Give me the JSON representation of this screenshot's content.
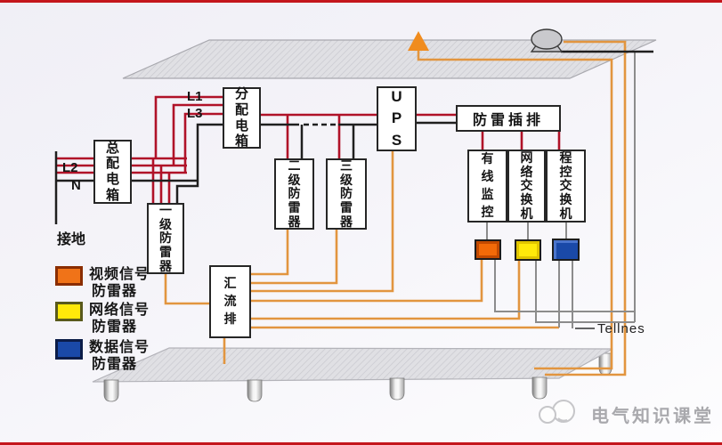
{
  "labels": {
    "l1": "L1",
    "l3": "L3",
    "l2": "L2",
    "n": "N",
    "ground": "接地",
    "tellnes": "Tellnes"
  },
  "boxes": {
    "main_distribution": "总配电箱",
    "sub_distribution": "分配电箱",
    "spd_level1": "一级防雷器",
    "spd_level2": "二级防雷器",
    "spd_level3": "三级防雷器",
    "ups": "UPS",
    "surge_strip": "防雷插排",
    "cctv_monitor": "有线监控",
    "network_switch": "网络交换机",
    "pbx_switch": "程控交换机",
    "busbar": "汇流排"
  },
  "legend": {
    "items": [
      {
        "name": "video-signal-spd",
        "line1": "视频信号",
        "line2": "防雷器",
        "color": "#f07318"
      },
      {
        "name": "network-signal-spd",
        "line1": "网络信号",
        "line2": "防雷器",
        "color": "#ffe90a"
      },
      {
        "name": "data-signal-spd",
        "line1": "数据信号",
        "line2": "防雷器",
        "color": "#1a49a8"
      }
    ]
  },
  "watermark": {
    "text": "电气知识课堂"
  },
  "colors": {
    "power_wire_red": "#b01228",
    "neutral_wire_black": "#1f1f1f",
    "signal_wire_orange": "#e2953f",
    "signal_wire_gray": "#8c8c8c",
    "arrow_orange": "#f08c1e",
    "edge_line_red": "#c4161c"
  }
}
